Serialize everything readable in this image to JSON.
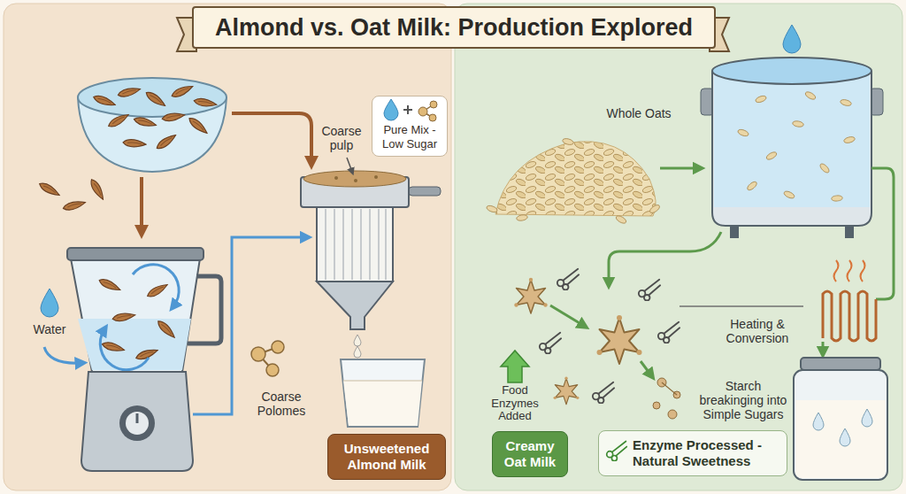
{
  "diagram": {
    "title": "Almond vs. Oat Milk: Production Explored",
    "nodes": [
      {
        "text": [
          "Pure Mix - Low Sugar"
        ]
      },
      {
        "text": [
          "Unsweetened Almond Milk"
        ]
      },
      {
        "text": [
          "Creamy Oat Milk"
        ]
      },
      {
        "text": [
          "Enzyme Processed - Natural Sweetness"
        ]
      }
    ],
    "labels": [
      "Coarse pulp",
      "Water",
      "Coarse Polomes",
      "Whole Oats",
      "Heating & Conversion",
      "Starch breakinging into Simple Sugars",
      "Food Enzymes Added"
    ]
  }
}
